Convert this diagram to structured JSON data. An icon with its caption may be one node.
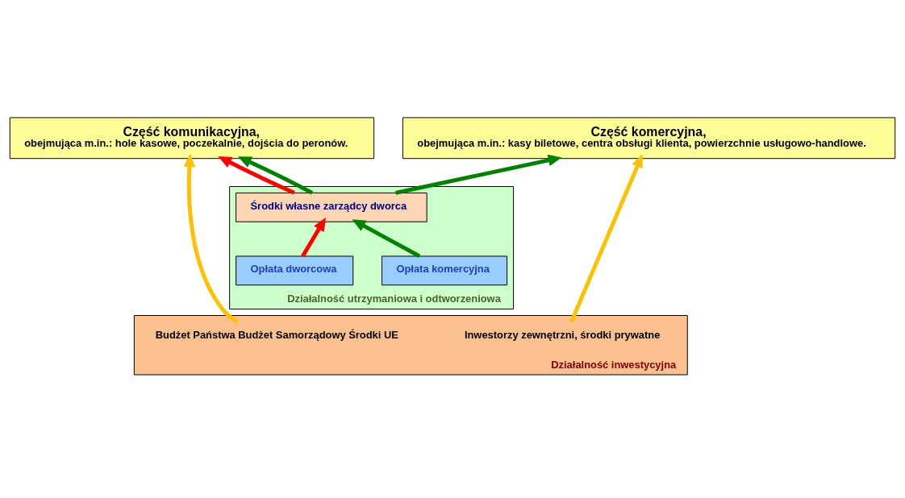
{
  "diagram": {
    "nodes": [
      {
        "text": [
          "Część komunikacyjna,",
          "obejmująca m.in.: hole kasowe, poczekalnie, dojścia do peronów."
        ]
      },
      {
        "text": [
          "Część komercyjna,",
          "obejmująca m.in.: kasy biletowe, centra obsługi klienta, powierzchnie usługowo-handlowe."
        ]
      },
      {
        "text": [
          "Działalność utrzymaniowa i odtworzeniowa"
        ]
      },
      {
        "text": [
          "Środki własne zarządcy dworca"
        ],
        "in": 2
      },
      {
        "text": [
          "Opłata dworcowa"
        ],
        "in": 2
      },
      {
        "text": [
          "Opłata komercyjna"
        ],
        "in": 2
      },
      {
        "text": [
          "Działalność inwestycyjna"
        ]
      },
      {
        "text": [
          "Budżet Państwa Budżet Samorządowy Środki UE"
        ],
        "in": 6
      },
      {
        "text": [
          "Inwestorzy zewnętrzni, środki prywatne"
        ],
        "in": 6
      }
    ],
    "edges": [
      {
        "from": 7,
        "to": 0,
        "arrow": "to",
        "color": "#ffc000"
      },
      {
        "from": 8,
        "to": 1,
        "arrow": "to",
        "color": "#ffc000"
      },
      {
        "from": 4,
        "to": 3,
        "arrow": "to",
        "color": "#ff0000"
      },
      {
        "from": 5,
        "to": 3,
        "arrow": "to",
        "color": "#008000"
      },
      {
        "from": 3,
        "to": 0,
        "arrow": "to",
        "color": "#ff0000"
      },
      {
        "from": 3,
        "to": 0,
        "arrow": "to",
        "color": "#008000"
      },
      {
        "from": 3,
        "to": 1,
        "arrow": "to",
        "color": "#008000"
      }
    ]
  }
}
